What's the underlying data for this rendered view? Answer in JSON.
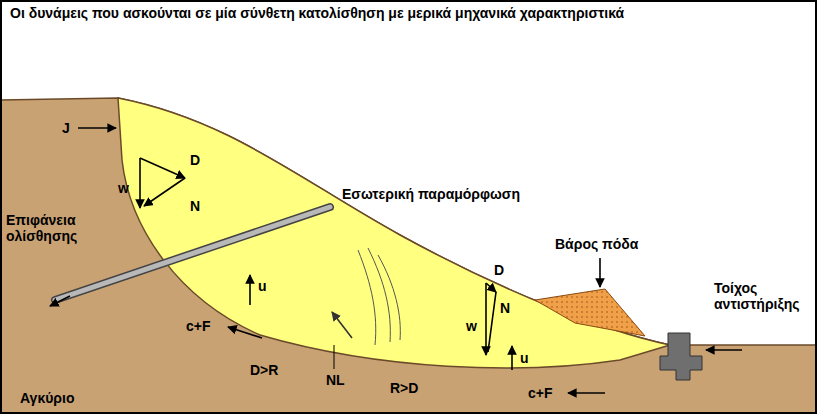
{
  "diagram": {
    "title": "Οι δυνάμεις που ασκούνται σε μία σύνθετη κατολίσθηση με μερικά μηχανικά χαρακτηριστικά",
    "labels": [
      "J",
      "w",
      "D",
      "N",
      "Εσωτερική παραμόρφωση",
      "Επιφάνεια ολίσθησης",
      "Βάρος πόδα",
      "Τοίχος αντιστήριξης",
      "u",
      "c+F",
      "D>R",
      "NL",
      "w",
      "D",
      "N",
      "u",
      "R>D",
      "c+F",
      "Αγκύριο"
    ]
  }
}
